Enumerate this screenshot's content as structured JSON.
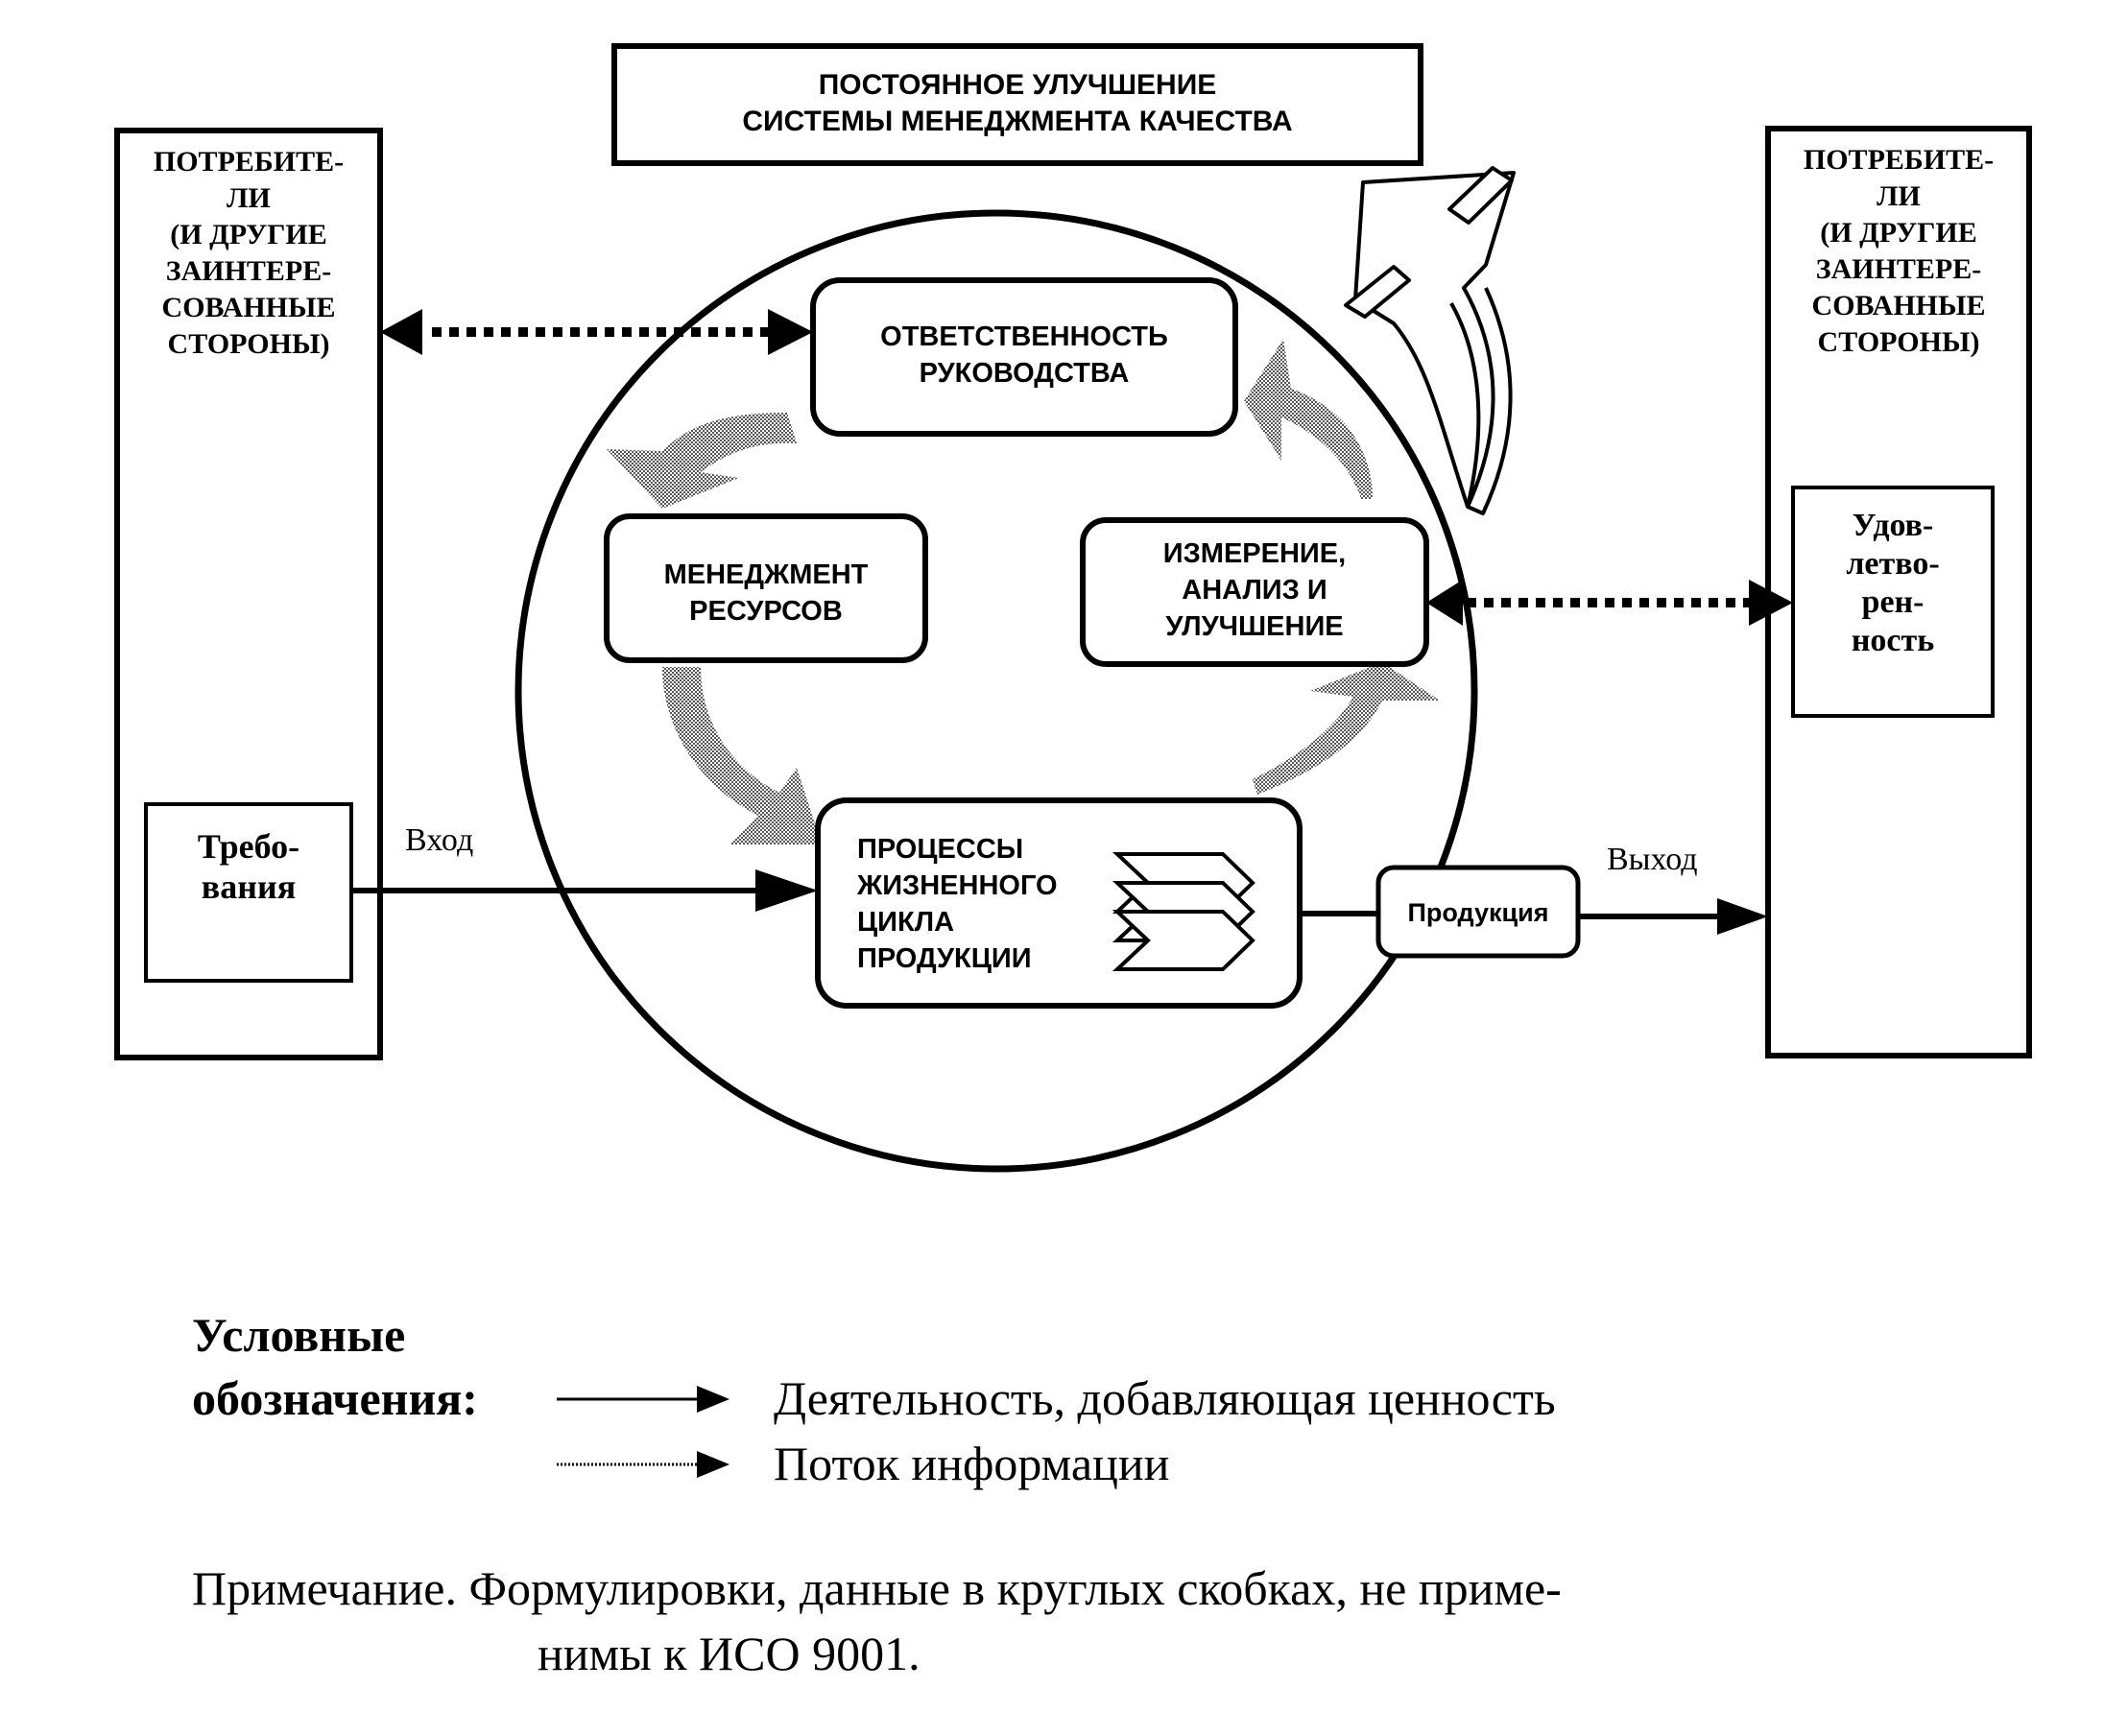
{
  "colors": {
    "ink": "#000000",
    "paper": "#ffffff",
    "cycle_arrow_fill": "#8c8c8c"
  },
  "header": {
    "title_lines": [
      "ПОСТОЯННОЕ УЛУЧШЕНИЕ",
      "СИСТЕМЫ МЕНЕДЖМЕНТА КАЧЕСТВА"
    ]
  },
  "left_party": {
    "title_lines": [
      "ПОТРЕБИТЕ-",
      "ЛИ",
      "(И ДРУГИЕ",
      "ЗАИНТЕРЕ-",
      "СОВАННЫЕ",
      "СТОРОНЫ)"
    ],
    "inner_box_lines": [
      "Требо-",
      "вания"
    ]
  },
  "right_party": {
    "title_lines": [
      "ПОТРЕБИТЕ-",
      "ЛИ",
      "(И ДРУГИЕ",
      "ЗАИНТЕРЕ-",
      "СОВАННЫЕ",
      "СТОРОНЫ)"
    ],
    "inner_box_lines": [
      "Удов-",
      "летво-",
      "рен-",
      "ность"
    ]
  },
  "processes": {
    "management_responsibility": [
      "ОТВЕТСТВЕННОСТЬ",
      "РУКОВОДСТВА"
    ],
    "resource_management": [
      "МЕНЕДЖМЕНТ",
      "РЕСУРСОВ"
    ],
    "measurement_analysis": [
      "ИЗМЕРЕНИЕ,",
      "АНАЛИЗ И",
      "УЛУЧШЕНИЕ"
    ],
    "product_realization": [
      "ПРОЦЕССЫ",
      "ЖИЗНЕННОГО",
      "ЦИКЛА",
      "ПРОДУКЦИИ"
    ],
    "product_label": "Продукция"
  },
  "flow_labels": {
    "input": "Вход",
    "output": "Выход"
  },
  "legend": {
    "title_lines": [
      "Условные",
      "обозначения:"
    ],
    "items": [
      {
        "style": "solid",
        "label": "Деятельность, добавляющая ценность"
      },
      {
        "style": "dotted",
        "label": "Поток информации"
      }
    ]
  },
  "note": {
    "lines": [
      "Примечание. Формулировки, данные в круглых скобках, не приме-",
      "нимы к ИСО 9001."
    ]
  }
}
